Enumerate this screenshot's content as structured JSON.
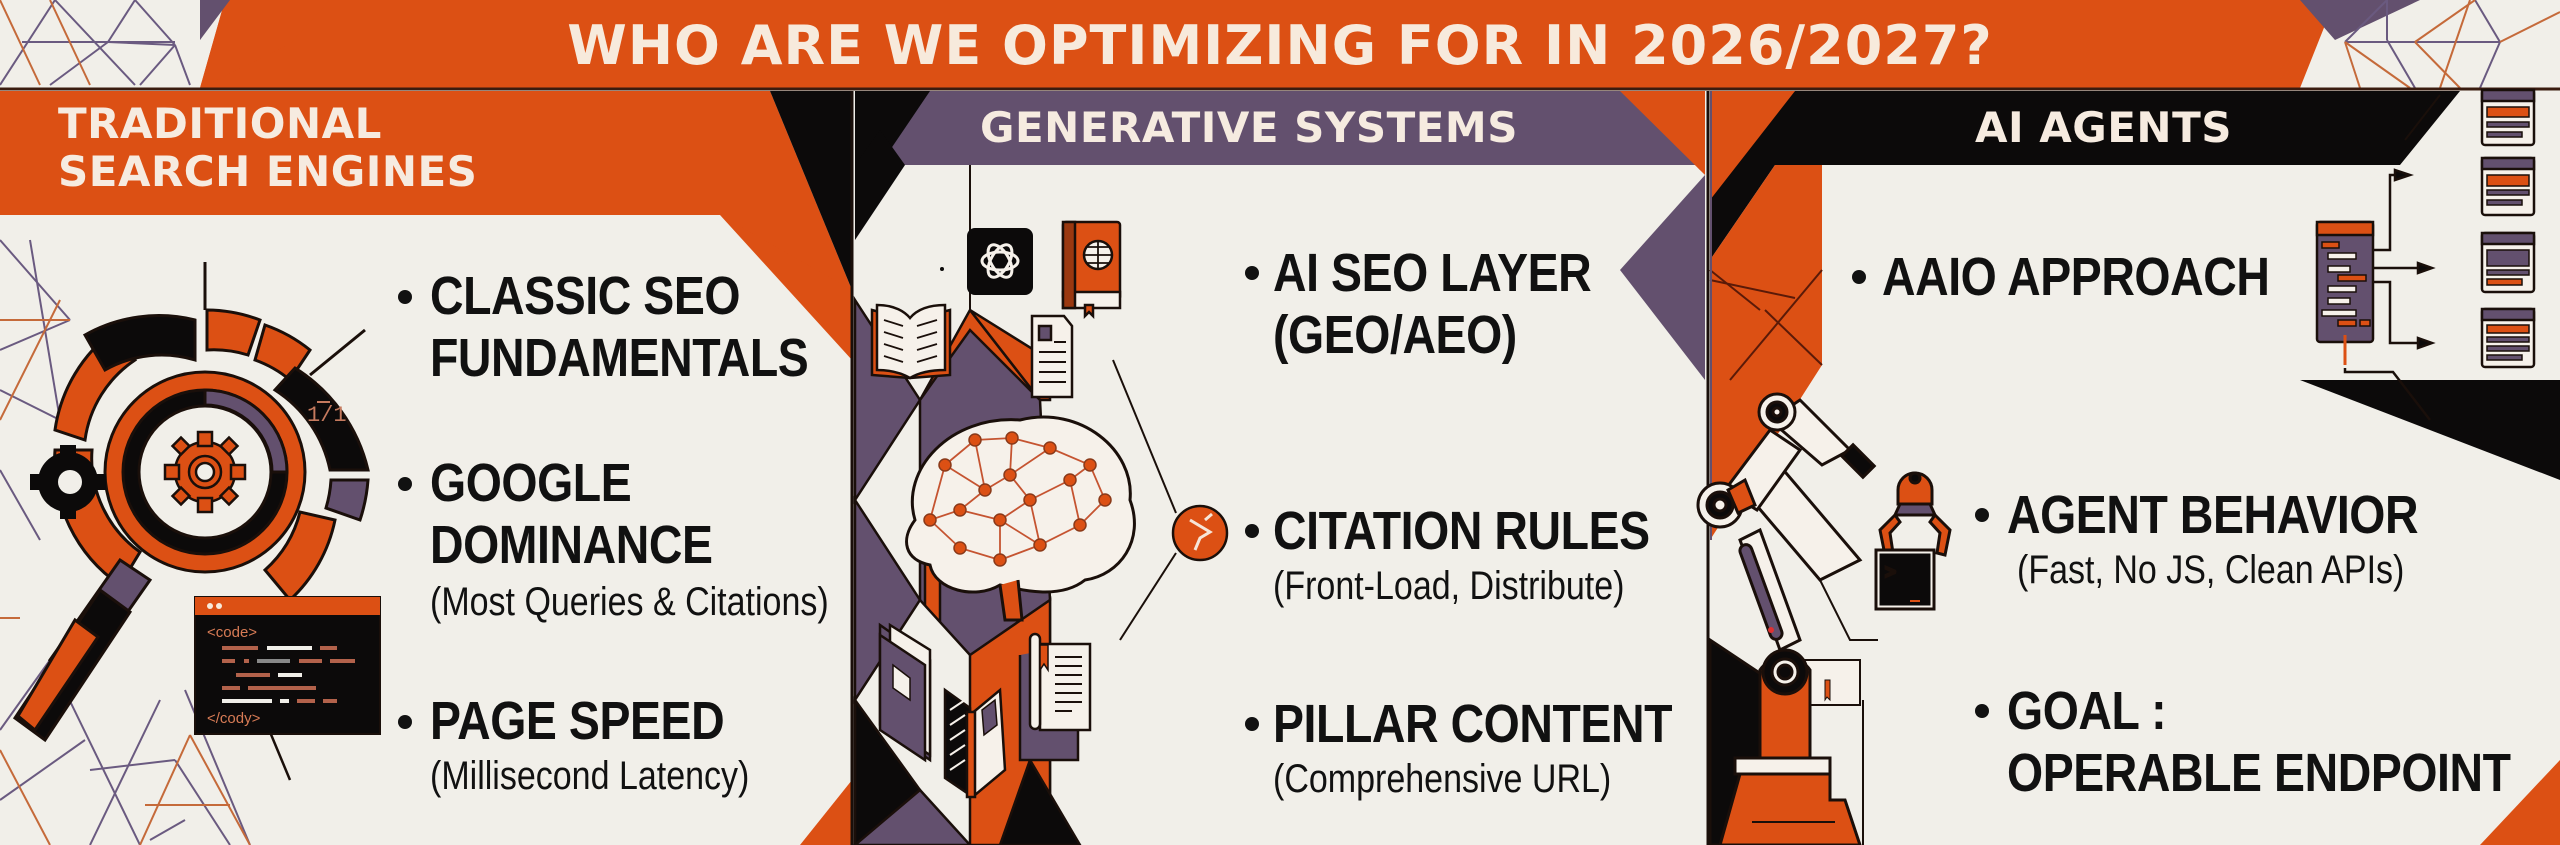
{
  "title": "WHO ARE WE OPTIMIZING FOR IN 2026/2027?",
  "colors": {
    "orange": "#dc5014",
    "purple": "#63506e",
    "black": "#0c0a0a",
    "cream": "#f1efe9",
    "title_text": "#f7eadc"
  },
  "columns": [
    {
      "header_line1": "TRADITIONAL",
      "header_line2": "SEARCH ENGINES",
      "header_color": "#dc5014",
      "illustration": [
        "gear-dial-icon",
        "magnifier-icon",
        "code-window-icon"
      ],
      "dial_label": "1/1",
      "code_window": {
        "open_tag": "<code>",
        "close_tag": "</cody>"
      },
      "items": [
        {
          "head_line1": "CLASSIC SEO",
          "head_line2": "FUNDAMENTALS",
          "sub": ""
        },
        {
          "head_line1": "GOOGLE",
          "head_line2": "DOMINANCE",
          "sub": "(Most Queries & Citations)"
        },
        {
          "head_line1": "PAGE SPEED",
          "head_line2": "",
          "sub": "(Millisecond Latency)"
        }
      ]
    },
    {
      "header_line1": "GENERATIVE SYSTEMS",
      "header_color": "#63506e",
      "illustration": [
        "openai-logo-icon",
        "globe-book-icon",
        "open-book-icon",
        "document-icon",
        "neural-brain-icon",
        "books-icon",
        "scroll-icon",
        "citation-badge-icon"
      ],
      "items": [
        {
          "head_line1": "AI SEO LAYER",
          "head_line2": "(GEO/AEO)",
          "sub": ""
        },
        {
          "head_line1": "CITATION RULES",
          "head_line2": "",
          "sub": "(Front-Load, Distribute)"
        },
        {
          "head_line1": "PILLAR CONTENT",
          "head_line2": "",
          "sub": "(Comprehensive URL)"
        }
      ]
    },
    {
      "header_line1": "AI AGENTS",
      "header_color": "#0c0a0a",
      "illustration": [
        "api-flow-diagram-icon",
        "robot-arm-icon",
        "terminal-icon"
      ],
      "terminal_prompt": ">",
      "items": [
        {
          "head_line1": "AAIO APPROACH",
          "head_line2": "",
          "sub": ""
        },
        {
          "head_line1": "AGENT BEHAVIOR",
          "head_line2": "",
          "sub": "(Fast, No JS, Clean APIs)"
        },
        {
          "head_line1": "GOAL :",
          "head_line2": "OPERABLE ENDPOINT",
          "sub": ""
        }
      ]
    }
  ]
}
